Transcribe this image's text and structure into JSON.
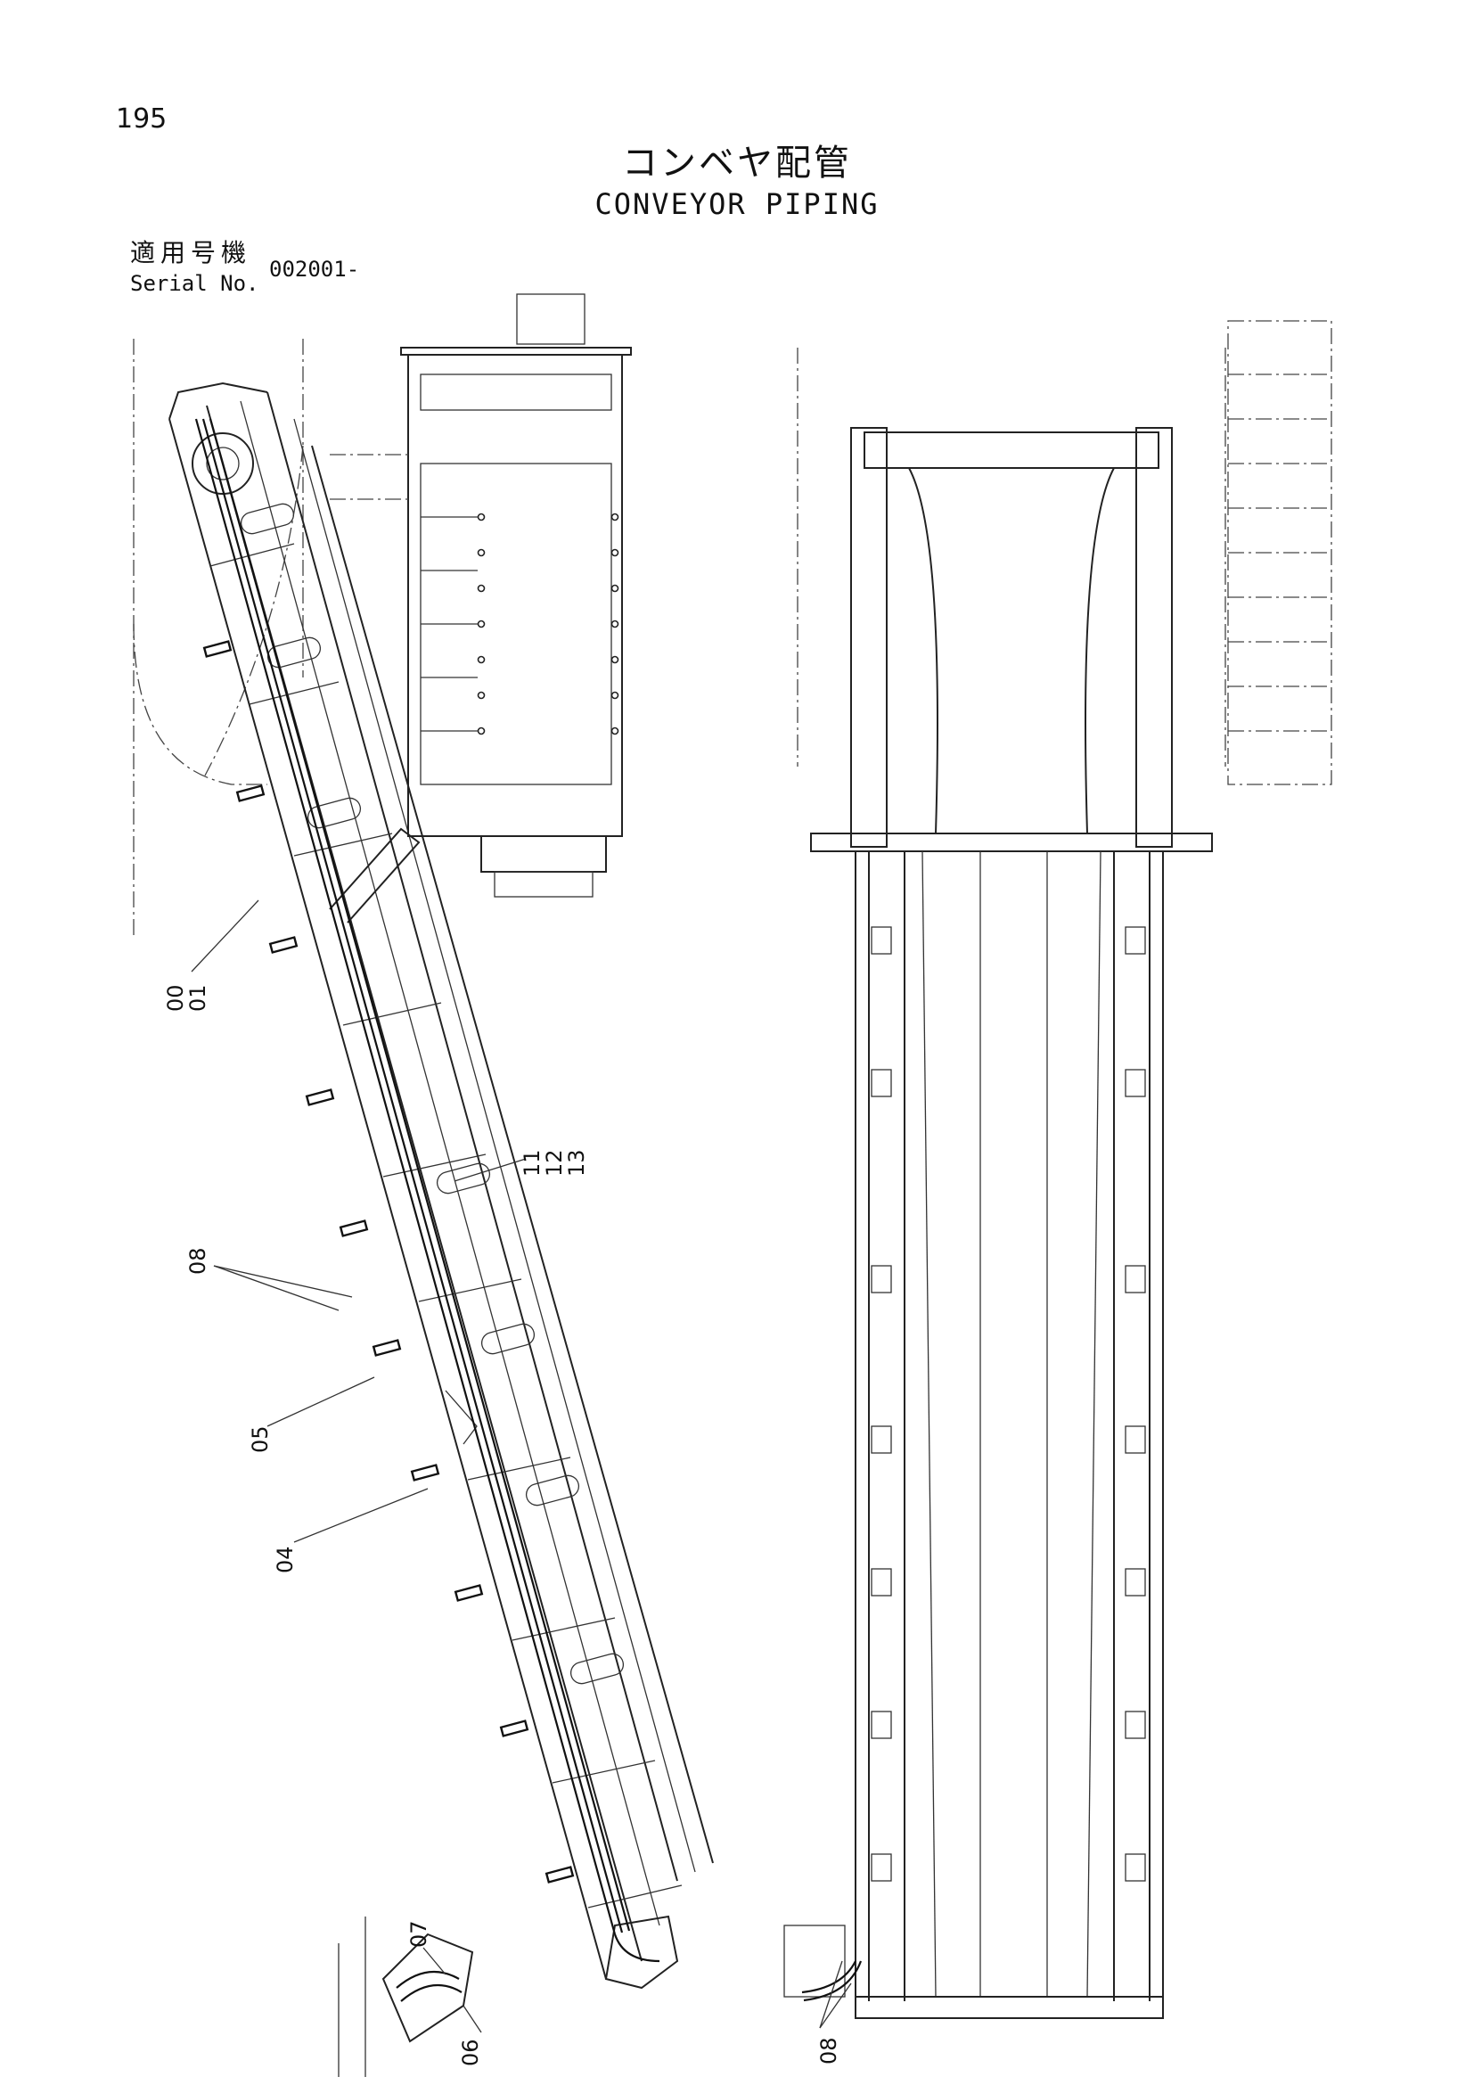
{
  "page": {
    "number": "195"
  },
  "title": {
    "ja": "コンベヤ配管",
    "en": "CONVEYOR PIPING"
  },
  "serial": {
    "label_ja": "適用号機",
    "label_en": "Serial No.",
    "value": "002001-"
  },
  "callouts": {
    "c00_01": {
      "line1": "00",
      "line2": "01"
    },
    "c11_13": {
      "line1": "11",
      "line2": "12",
      "line3": "13"
    },
    "c08_left": "08",
    "c05": "05",
    "c04": "04",
    "c07": "07",
    "c06": "06",
    "c08_right": "08"
  },
  "colors": {
    "ink": "#111111",
    "paper": "#ffffff"
  }
}
